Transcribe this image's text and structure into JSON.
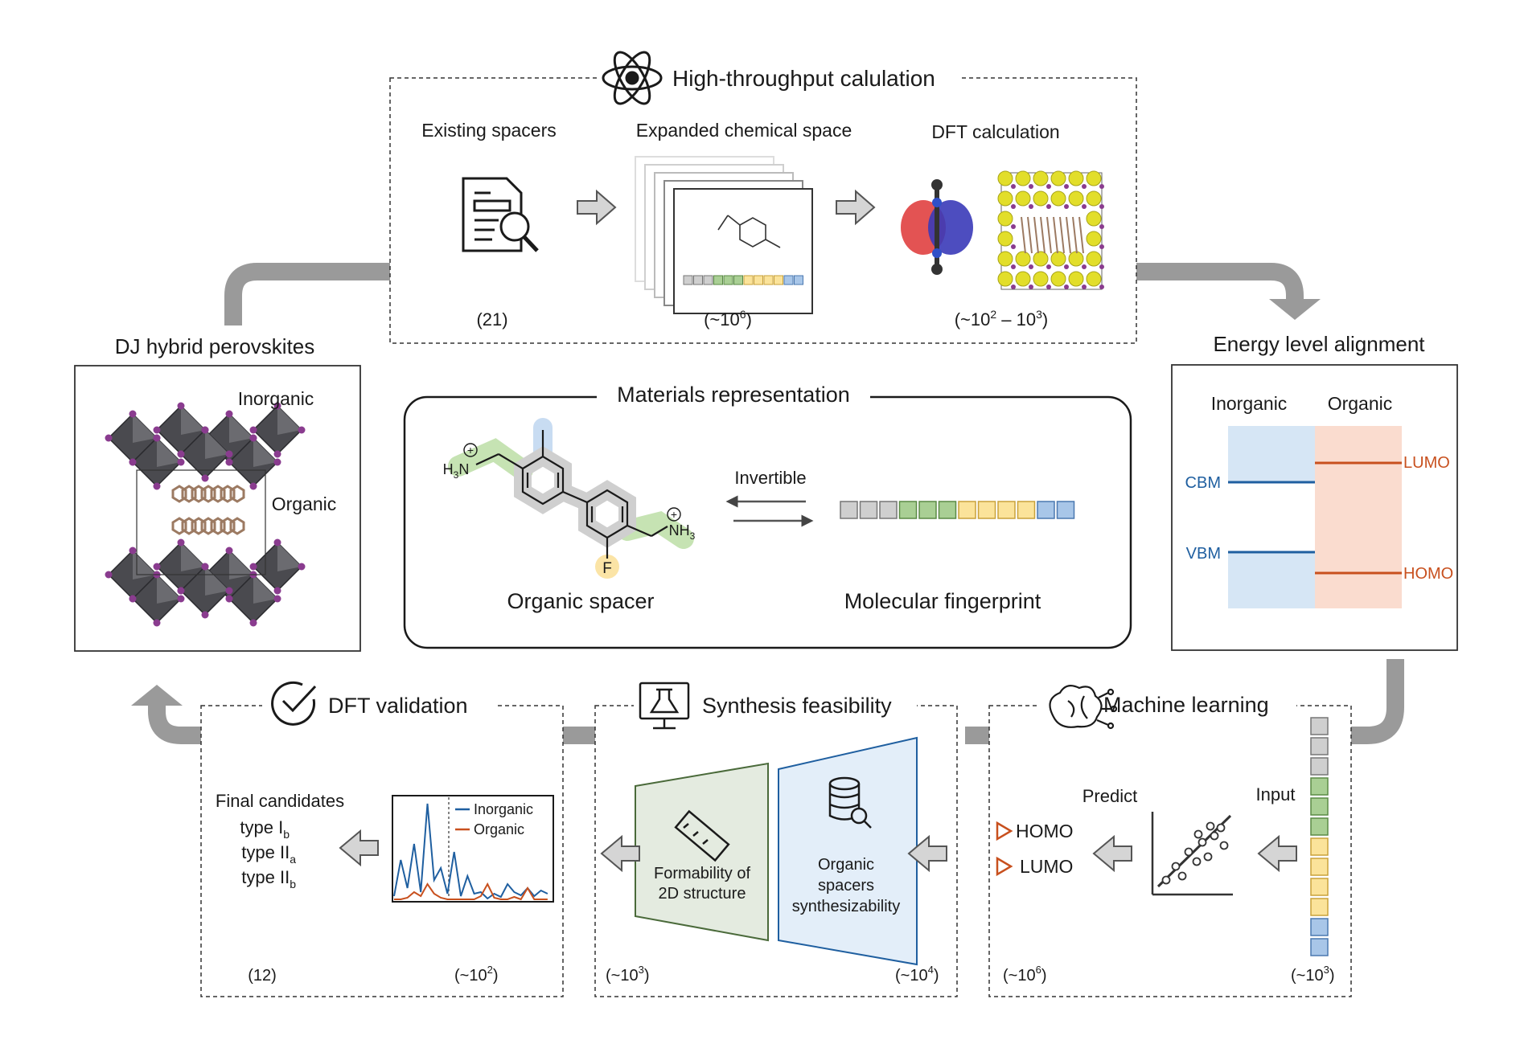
{
  "high_throughput": {
    "title": "High-throughput calulation",
    "existing_label": "Existing spacers",
    "existing_count": "(21)",
    "expanded_label": "Expanded chemical space",
    "expanded_count_base": "(~10",
    "expanded_count_exp": "6",
    "expanded_count_end": ")",
    "dft_label": "DFT calculation",
    "dft_count_a": "(~10",
    "dft_count_a_exp": "2",
    "dft_count_b": " – 10",
    "dft_count_b_exp": "3",
    "dft_count_end": ")"
  },
  "dj": {
    "title": "DJ hybrid perovskites",
    "inorganic": "Inorganic",
    "organic": "Organic"
  },
  "materials": {
    "title": "Materials representation",
    "spacer_caption": "Organic spacer",
    "fingerprint_caption": "Molecular fingerprint",
    "invertible": "Invertible",
    "h3n": "H",
    "h3n_sub": "3",
    "h3n_n": "N",
    "nh3": "NH",
    "nh3_sub": "3",
    "f_atom": "F",
    "plus": "+"
  },
  "energy": {
    "title": "Energy level alignment",
    "inorganic": "Inorganic",
    "organic": "Organic",
    "cbm": "CBM",
    "vbm": "VBM",
    "lumo": "LUMO",
    "homo": "HOMO"
  },
  "ml": {
    "title": "Machine learning",
    "input": "Input",
    "predict": "Predict",
    "homo": "HOMO",
    "lumo": "LUMO",
    "count_left_base": "(~10",
    "count_left_exp": "6",
    "count_right_base": "(~10",
    "count_right_exp": "3",
    "close": ")"
  },
  "synthesis": {
    "title": "Synthesis feasibility",
    "formability_1": "Formability of",
    "formability_2": "2D structure",
    "organic_1": "Organic",
    "organic_2": "spacers",
    "organic_3": "synthesizability",
    "count_left_base": "(~10",
    "count_left_exp": "3",
    "count_right_base": "(~10",
    "count_right_exp": "4",
    "close": ")"
  },
  "validation": {
    "title": "DFT validation",
    "final": "Final candidates",
    "type_1": "type I",
    "type_1_sub": "b",
    "type_2": "type II",
    "type_2_sub": "a",
    "type_3": "type II",
    "type_3_sub": "b",
    "legend_inorganic": "Inorganic",
    "legend_organic": "Organic",
    "count_left": "(12)",
    "count_right_base": "(~10",
    "count_right_exp": "2",
    "close": ")"
  },
  "colors": {
    "inorganic_blue": "#1f5fa0",
    "organic_orange": "#c8501e",
    "panel_blue": "#d6e6f5",
    "panel_orange": "#fadccf",
    "green": "#a9cf94",
    "yellow": "#fbe39a",
    "gray": "#cfcfcf",
    "light_blue": "#a8c6e8"
  },
  "fingerprint_cells": [
    "gray",
    "gray",
    "gray",
    "green",
    "green",
    "green",
    "yellow",
    "yellow",
    "yellow",
    "yellow",
    "light_blue",
    "light_blue"
  ],
  "ml_cells": [
    "gray",
    "gray",
    "gray",
    "green",
    "green",
    "green",
    "yellow",
    "yellow",
    "yellow",
    "yellow",
    "light_blue",
    "light_blue"
  ]
}
